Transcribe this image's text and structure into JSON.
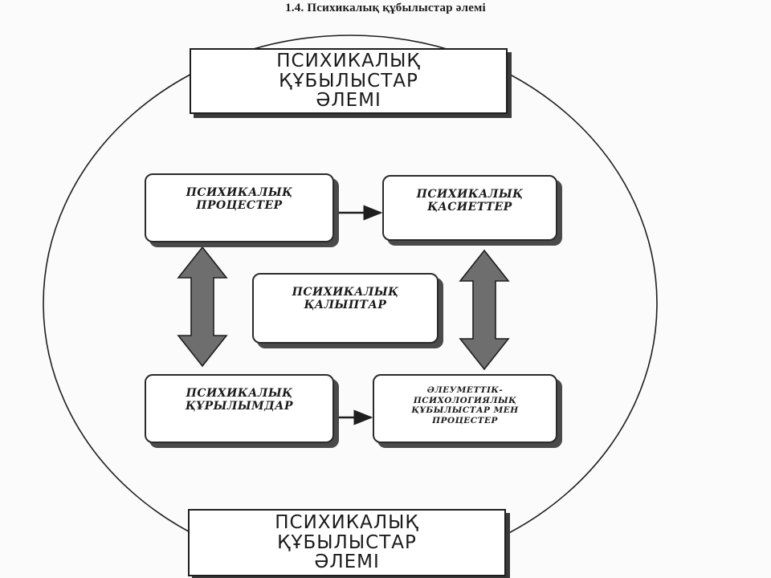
{
  "caption": "1.4. Психикалық құбылыстар әлемі",
  "top_box": {
    "lines": [
      "ПСИХИКАЛЫҚ",
      "ҚҰБЫЛЫСТАР",
      "ӘЛЕМІ"
    ]
  },
  "bottom_box": {
    "lines": [
      "ПСИХИКАЛЫҚ",
      "ҚҰБЫЛЫСТАР",
      "ӘЛЕМІ"
    ]
  },
  "nodes": {
    "processes": {
      "lines": [
        "ПСИХИКАЛЫҚ",
        "ПРОЦЕСТЕР"
      ]
    },
    "properties": {
      "lines": [
        "ПСИХИКАЛЫҚ",
        "ҚАСИЕТТЕР"
      ]
    },
    "states": {
      "lines": [
        "ПСИХИКАЛЫҚ",
        "ҚАЛЫПТАР"
      ]
    },
    "structures": {
      "lines": [
        "ПСИХИКАЛЫҚ",
        "ҚҰРЫЛЫМДАР"
      ]
    },
    "socio": {
      "lines": [
        "ӘЛЕУМЕТТІК-",
        "ПСИХОЛОГИЯЛЫҚ",
        "ҚҰБЫЛЫСТАР МЕН",
        "ПРОЦЕСТЕР"
      ]
    }
  },
  "colors": {
    "stroke": "#1e1e1e",
    "double_arrow_fill": "#6e6e6e",
    "background": "#fbfbfb"
  }
}
